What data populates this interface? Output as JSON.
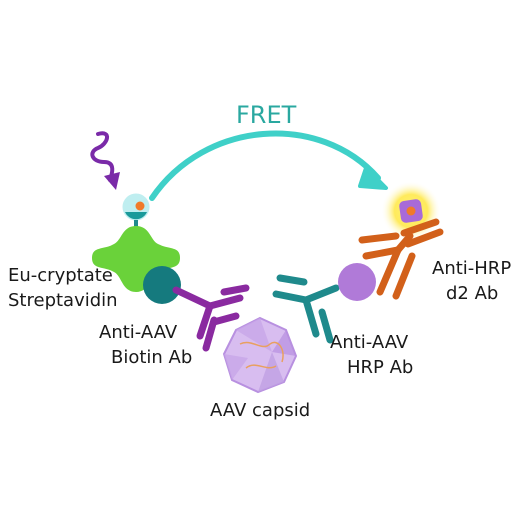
{
  "diagram": {
    "fret_label": "FRET",
    "labels": {
      "eu_line1": "Eu-cryptate",
      "eu_line2": "Streptavidin",
      "biotin_line1": "Anti-AAV",
      "biotin_line2": "Biotin Ab",
      "capsid": "AAV capsid",
      "hrp_ab_line1": "Anti-AAV",
      "hrp_ab_line2": "HRP Ab",
      "d2_line1": "Anti-HRP",
      "d2_line2": "d2 Ab"
    },
    "colors": {
      "fret_arrow": "#3fd0c8",
      "fret_text": "#2aa8a0",
      "excitation_wave": "#7a2aa8",
      "streptavidin": "#6ad23a",
      "biotin_ab": "#8a2aa0",
      "biotin_dot": "#157a7e",
      "hrp_ab": "#1f8a8c",
      "hrp_dot": "#b07ad8",
      "d2_ab": "#d2601a",
      "d2_glow": "#ffe84a",
      "d2_core": "#a86ad8",
      "capsid": "#c8a6e8",
      "text": "#1a1a1a"
    }
  }
}
